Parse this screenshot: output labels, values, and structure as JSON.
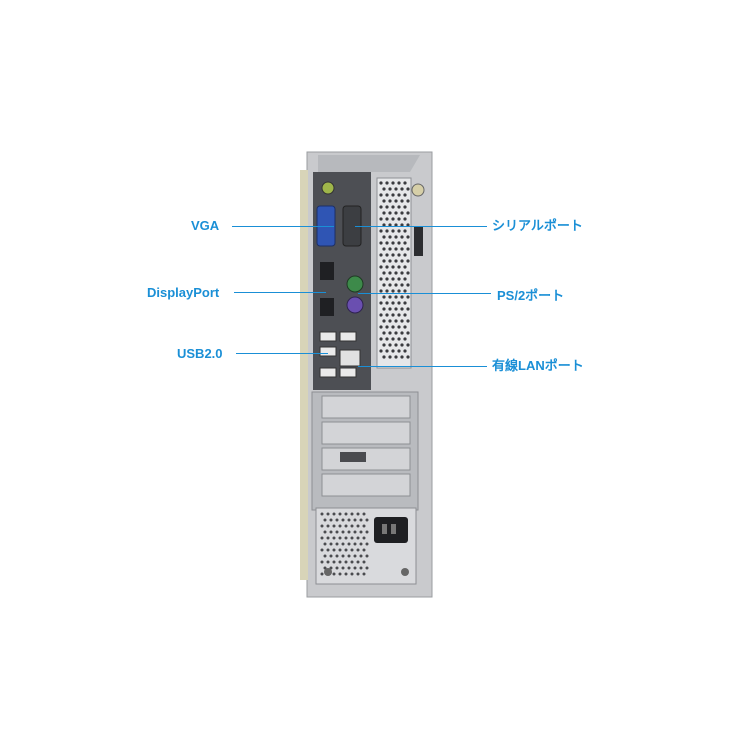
{
  "colors": {
    "accent": "#1a8fd6",
    "chassis": "#c8c9cc",
    "panel": "#505257",
    "vga_blue": "#2f55b4",
    "ps2_purple": "#6a4fb0",
    "ps2_green": "#3d8a4a"
  },
  "callouts": {
    "vga": "VGA",
    "displayport": "DisplayPort",
    "usb": "USB2.0",
    "serial": "シリアルポート",
    "ps2": "PS/2ポート",
    "lan": "有線LANポート"
  }
}
